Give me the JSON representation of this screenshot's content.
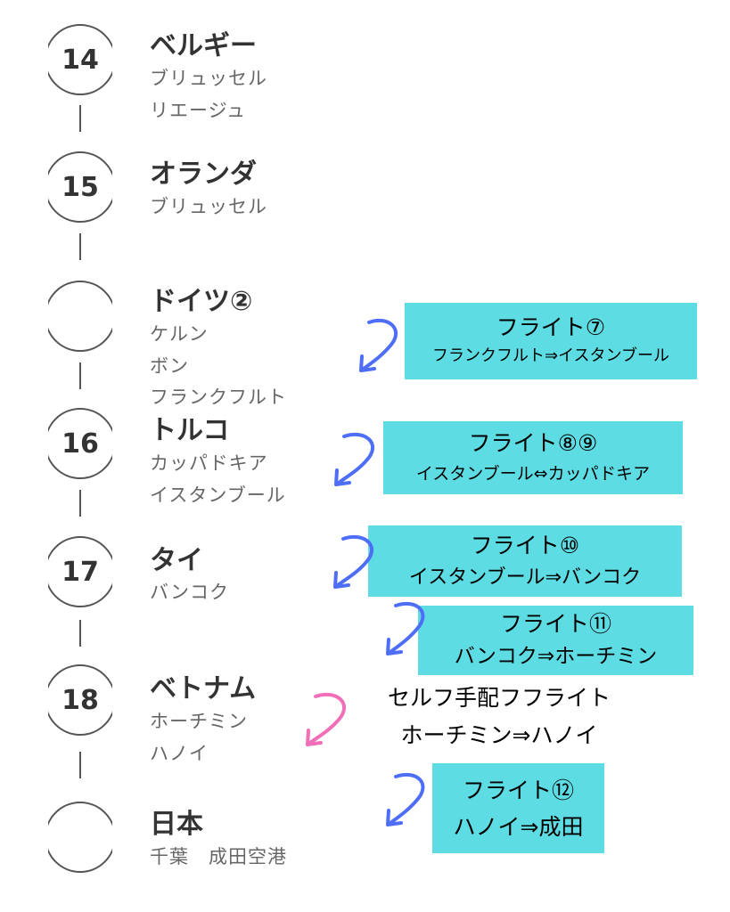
{
  "stops": [
    {
      "number": "14",
      "title": "ベルギー",
      "places": [
        "ブリュッセル",
        "リエージュ"
      ]
    },
    {
      "number": "15",
      "title": "オランダ",
      "places": [
        "ブリュッセル"
      ]
    },
    {
      "number": "",
      "title": "ドイツ②",
      "places": [
        "ケルン",
        "ボン",
        "フランクフルト"
      ]
    },
    {
      "number": "16",
      "title": "トルコ",
      "places": [
        "カッパドキア",
        "イスタンブール"
      ]
    },
    {
      "number": "17",
      "title": "タイ",
      "places": [
        "バンコク"
      ]
    },
    {
      "number": "18",
      "title": "ベトナム",
      "places": [
        "ホーチミン",
        "ハノイ"
      ]
    },
    {
      "number": "",
      "title": "日本",
      "places": [
        "千葉　成田空港"
      ]
    }
  ],
  "flights": [
    {
      "label": "フライト⑦",
      "route": "フランクフルト⇒イスタンブール"
    },
    {
      "label": "フライト⑧⑨",
      "route": "イスタンブール⇔カッパドキア"
    },
    {
      "label": "フライト⑩",
      "route": "イスタンブール⇒バンコク"
    },
    {
      "label": "フライト⑪",
      "route": "バンコク⇒ホーチミン"
    },
    {
      "label": "セルフ手配フフライト",
      "route": "ホーチミン⇒ハノイ"
    },
    {
      "label": "フライト⑫",
      "route": "ハノイ⇒成田"
    }
  ],
  "colors": {
    "box": "#5ddde3",
    "arrow_blue": "#4f6ef7",
    "arrow_pink": "#f06fb8"
  }
}
